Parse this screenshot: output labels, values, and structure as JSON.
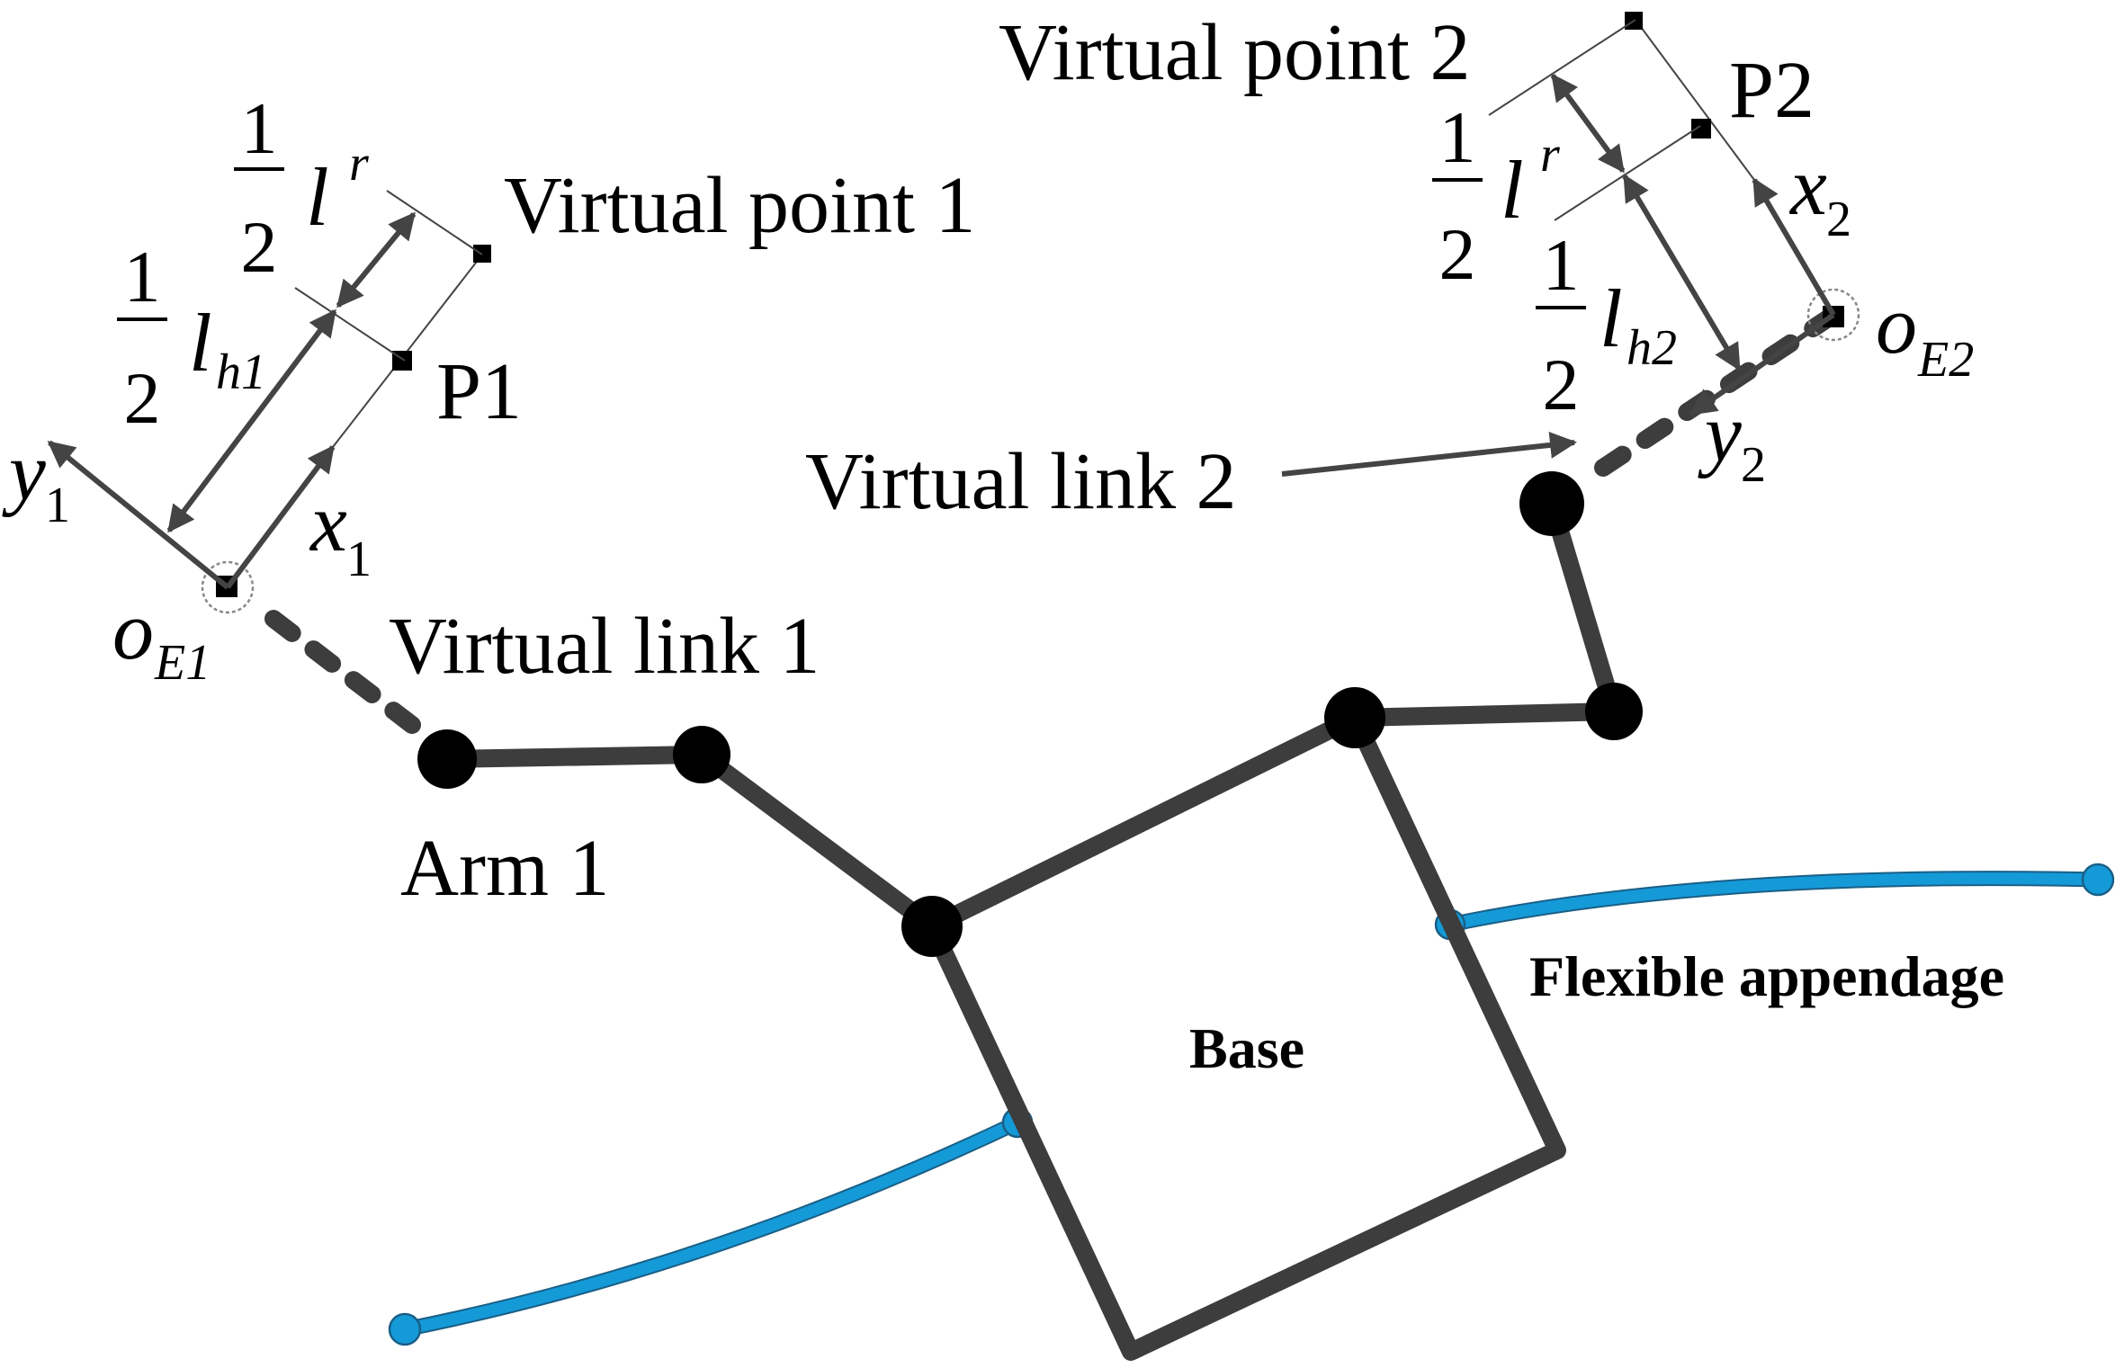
{
  "labels": {
    "virtual_point_1": "Virtual point 1",
    "virtual_point_2": "Virtual point 2",
    "p1": "P1",
    "p2": "P2",
    "virtual_link_1": "Virtual link 1",
    "virtual_link_2": "Virtual link 2",
    "arm_1": "Arm 1",
    "base": "Base",
    "flexible_appendage": "Flexible appendage"
  },
  "math": {
    "frac_num": "1",
    "frac_den": "2",
    "l_r_1": {
      "base": "l",
      "sup": "r"
    },
    "l_h1": {
      "base": "l",
      "sub": "h1"
    },
    "l_r_2": {
      "base": "l",
      "sup": "r"
    },
    "l_h2": {
      "base": "l",
      "sub": "h2"
    },
    "x1": {
      "base": "x",
      "sub": "1"
    },
    "y1": {
      "base": "y",
      "sub": "1"
    },
    "x2": {
      "base": "x",
      "sub": "2"
    },
    "y2": {
      "base": "y",
      "sub": "2"
    },
    "oE1": {
      "base": "o",
      "sub": "E1"
    },
    "oE2": {
      "base": "o",
      "sub": "E2"
    }
  },
  "colors": {
    "link": "#3d3d3d",
    "joint": "#000000",
    "appendage": "#159ad8",
    "annotation": "#444444"
  }
}
